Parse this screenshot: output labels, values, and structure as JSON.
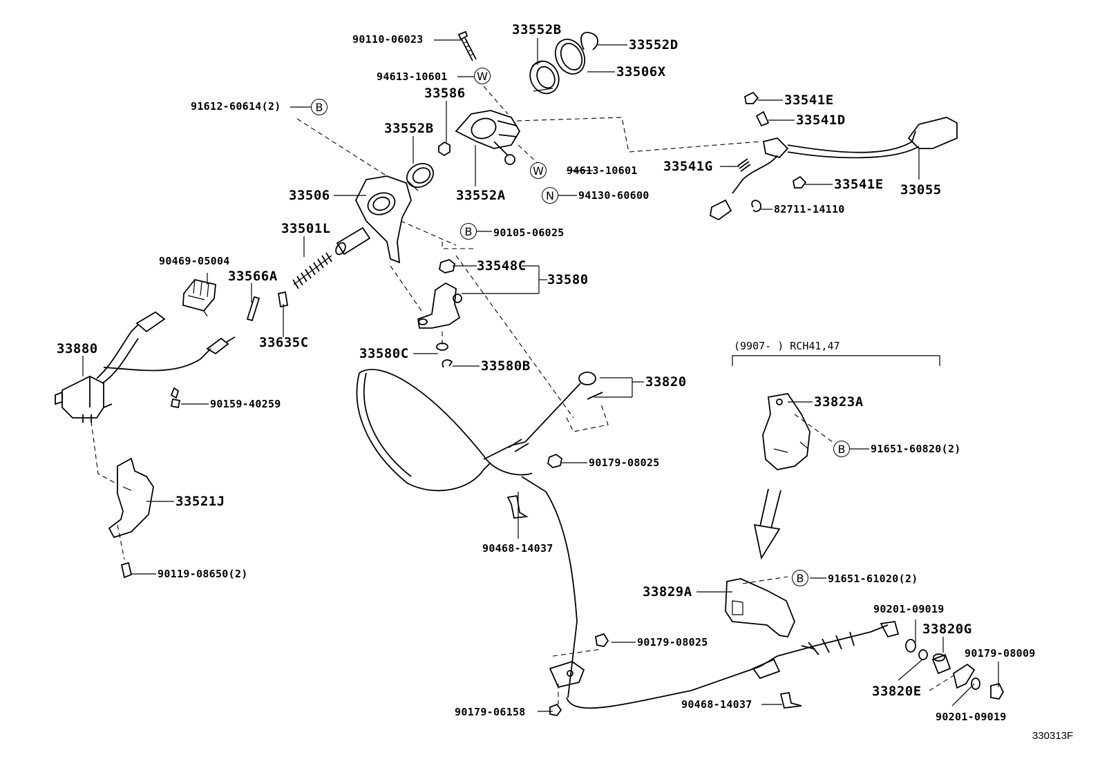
{
  "diagram_code": "330313F",
  "model_note": "(9907-       ) RCH41,47",
  "badges": {
    "b": "B",
    "w": "W",
    "n": "N"
  },
  "labels": {
    "p90110_06023": "90110-06023",
    "p33552B_top": "33552B",
    "p33552D": "33552D",
    "p33506X": "33506X",
    "p94613_10601_a": "94613-10601",
    "p33586": "33586",
    "p91612_60614": "91612-60614(2)",
    "p33552B_mid": "33552B",
    "p94613_10601_b": "94613-10601",
    "p33552A": "33552A",
    "p94130_60600": "94130-60600",
    "p33506": "33506",
    "p90105_06025": "90105-06025",
    "p33501L": "33501L",
    "p33548C": "33548C",
    "p33580": "33580",
    "p90469_05004": "90469-05004",
    "p33566A": "33566A",
    "p33635C": "33635C",
    "p33880": "33880",
    "p33580C": "33580C",
    "p33580B": "33580B",
    "p90159_40259": "90159-40259",
    "p33820": "33820",
    "p33541E_top": "33541E",
    "p33541D": "33541D",
    "p33541G": "33541G",
    "p33541E_bot": "33541E",
    "p33055": "33055",
    "p82711_14110": "82711-14110",
    "p33823A": "33823A",
    "p91651_60820": "91651-60820(2)",
    "p90179_08025_a": "90179-08025",
    "p33521J": "33521J",
    "p90468_14037_a": "90468-14037",
    "p90119_08650": "90119-08650(2)",
    "p33829A": "33829A",
    "p91651_61020": "91651-61020(2)",
    "p90201_09019_a": "90201-09019",
    "p33820G": "33820G",
    "p90179_08009": "90179-08009",
    "p90179_08025_b": "90179-08025",
    "p33820E": "33820E",
    "p90201_09019_b": "90201-09019",
    "p90179_06158": "90179-06158",
    "p90468_14037_b": "90468-14037"
  }
}
